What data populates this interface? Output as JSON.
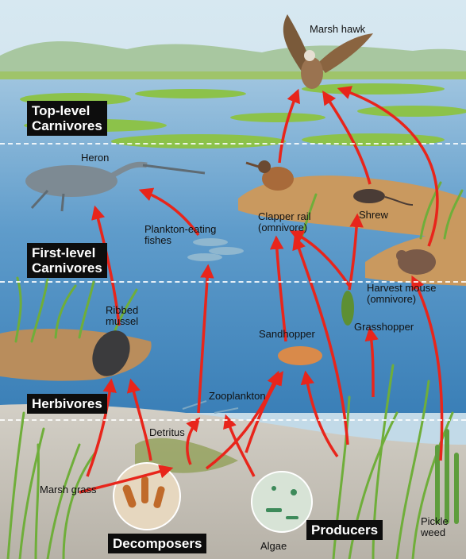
{
  "levels": {
    "top": [
      "Top-level",
      "Carnivores"
    ],
    "first": [
      "First-level",
      "Carnivores"
    ],
    "herbivores": "Herbivores",
    "producers": "Producers",
    "decomposers": "Decomposers"
  },
  "organisms": {
    "marsh_hawk": "Marsh hawk",
    "heron": "Heron",
    "plankton_fishes": [
      "Plankton-eating",
      "fishes"
    ],
    "clapper_rail": [
      "Clapper rail",
      "(omnivore)"
    ],
    "shrew": "Shrew",
    "harvest_mouse": [
      "Harvest mouse",
      "(omnivore)"
    ],
    "grasshopper": "Grasshopper",
    "ribbed_mussel": [
      "Ribbed",
      "mussel"
    ],
    "sandhopper": "Sandhopper",
    "zooplankton": "Zooplankton",
    "detritus": "Detritus",
    "marsh_grass": "Marsh grass",
    "algae": "Algae",
    "pickle_weed": [
      "Pickle",
      "weed"
    ]
  },
  "colors": {
    "arrow": "#e8251b",
    "water": "#3f86bd",
    "sky": "#cfe3ee",
    "mud": "#b98d5c",
    "sediment": "#c9c5bd",
    "grass": "#7dbb3f",
    "label_box": "#0d0d0d"
  }
}
